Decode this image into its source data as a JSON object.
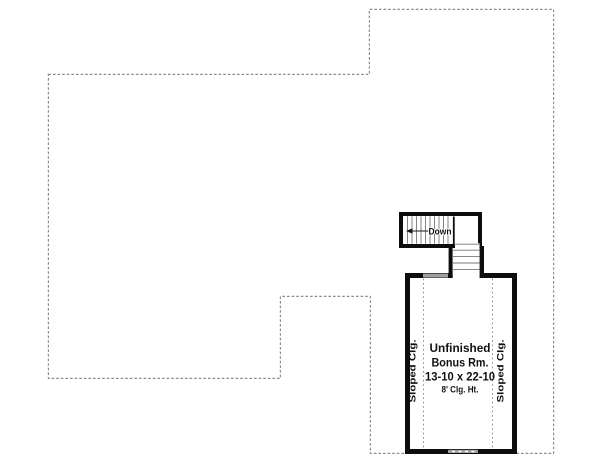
{
  "plan": {
    "stair": {
      "down_label": "Down"
    },
    "bonus_room": {
      "name_line1": "Unfinished",
      "name_line2": "Bonus Rm.",
      "dimensions": "13-10 x 22-10",
      "ceiling_height": "8' Clg. Ht.",
      "sloped_clg_left": "Sloped Clg.",
      "sloped_clg_right": "Sloped Clg."
    },
    "colors": {
      "wall": "#0d0d0d",
      "roof_outline": "#8c8c8c",
      "tread_line": "#777777",
      "opening": "#9e9e9e",
      "background": "#ffffff"
    }
  }
}
